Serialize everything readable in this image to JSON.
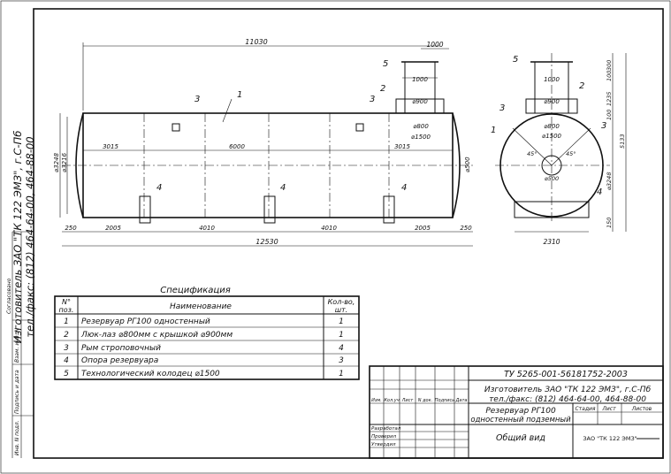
{
  "side_caption": {
    "line1": "Изготовитель ЗАО \"ТК 122 ЭМЗ\", г.С-Пб",
    "line2": "тел./факс: (812) 464-64-00, 464-88-00"
  },
  "left_stamp": {
    "approved": "Согласовано",
    "inv_dup": "Взам. инв. N",
    "sign_date": "Подпись и дата",
    "inv_orig": "Инв. N подл."
  },
  "dims": {
    "total_top": "11030",
    "top_right": "1000",
    "hatch_w": "1000",
    "d900": "⌀900",
    "d800": "⌀800",
    "d1500": "⌀1500",
    "seg_left": "3015",
    "seg_mid": "6000",
    "seg_right": "3015",
    "d3248": "⌀3248",
    "d3216": "⌀3216",
    "pipe": "⌀500",
    "b_250l": "250",
    "b_2005l": "2005",
    "b_4010l": "4010",
    "b_4010r": "4010",
    "b_2005r": "2005",
    "b_250r": "250",
    "overall": "12530",
    "side_1000": "1000",
    "side_d900": "⌀900",
    "side_d800": "⌀800",
    "side_d1500": "⌀1500",
    "side_d500": "⌀500",
    "side_d3248": "⌀3248",
    "side_2310": "2310",
    "side_150": "150",
    "side_5133": "5133",
    "side_1235": "1235",
    "side_100a": "100",
    "side_300": "300",
    "side_100b": "100",
    "angle_l": "45°",
    "angle_r": "45°"
  },
  "callouts": [
    "1",
    "2",
    "3",
    "4",
    "5"
  ],
  "spec": {
    "title": "Спецификация",
    "headers": {
      "no_top": "N°",
      "no_bottom": "поз.",
      "name": "Наименование",
      "qty_top": "Кол-во,",
      "qty_bottom": "шт."
    },
    "rows": [
      {
        "no": "1",
        "name": "Резервуар РГ100 одностенный",
        "qty": "1"
      },
      {
        "no": "2",
        "name": "Люк-лаз ⌀800мм с крышкой ⌀900мм",
        "qty": "1"
      },
      {
        "no": "3",
        "name": "Рым строповочный",
        "qty": "4"
      },
      {
        "no": "4",
        "name": "Опора резервуара",
        "qty": "3"
      },
      {
        "no": "5",
        "name": "Технологический колодец ⌀1500",
        "qty": "1"
      }
    ]
  },
  "title_block": {
    "doc_code": "ТУ 5265-001-56181752-2003",
    "maker1": "Изготовитель ЗАО \"ТК 122 ЭМЗ\", г.С-Пб",
    "maker2": "тел./факс: (812) 464-64-00, 464-88-00",
    "cols": [
      "Изм.",
      "Кол.уч",
      "Лист",
      "N док.",
      "Подпись",
      "Дата"
    ],
    "product1": "Резервуар РГ100",
    "product2": "одностенный подземный",
    "stage": "Стадия",
    "sheet": "Лист",
    "sheets": "Листов",
    "roles": [
      "Разработал",
      "Проверил",
      "Утвердил"
    ],
    "view": "Общий вид",
    "org": "ЗАО \"ТК 122 ЭМЗ\""
  }
}
